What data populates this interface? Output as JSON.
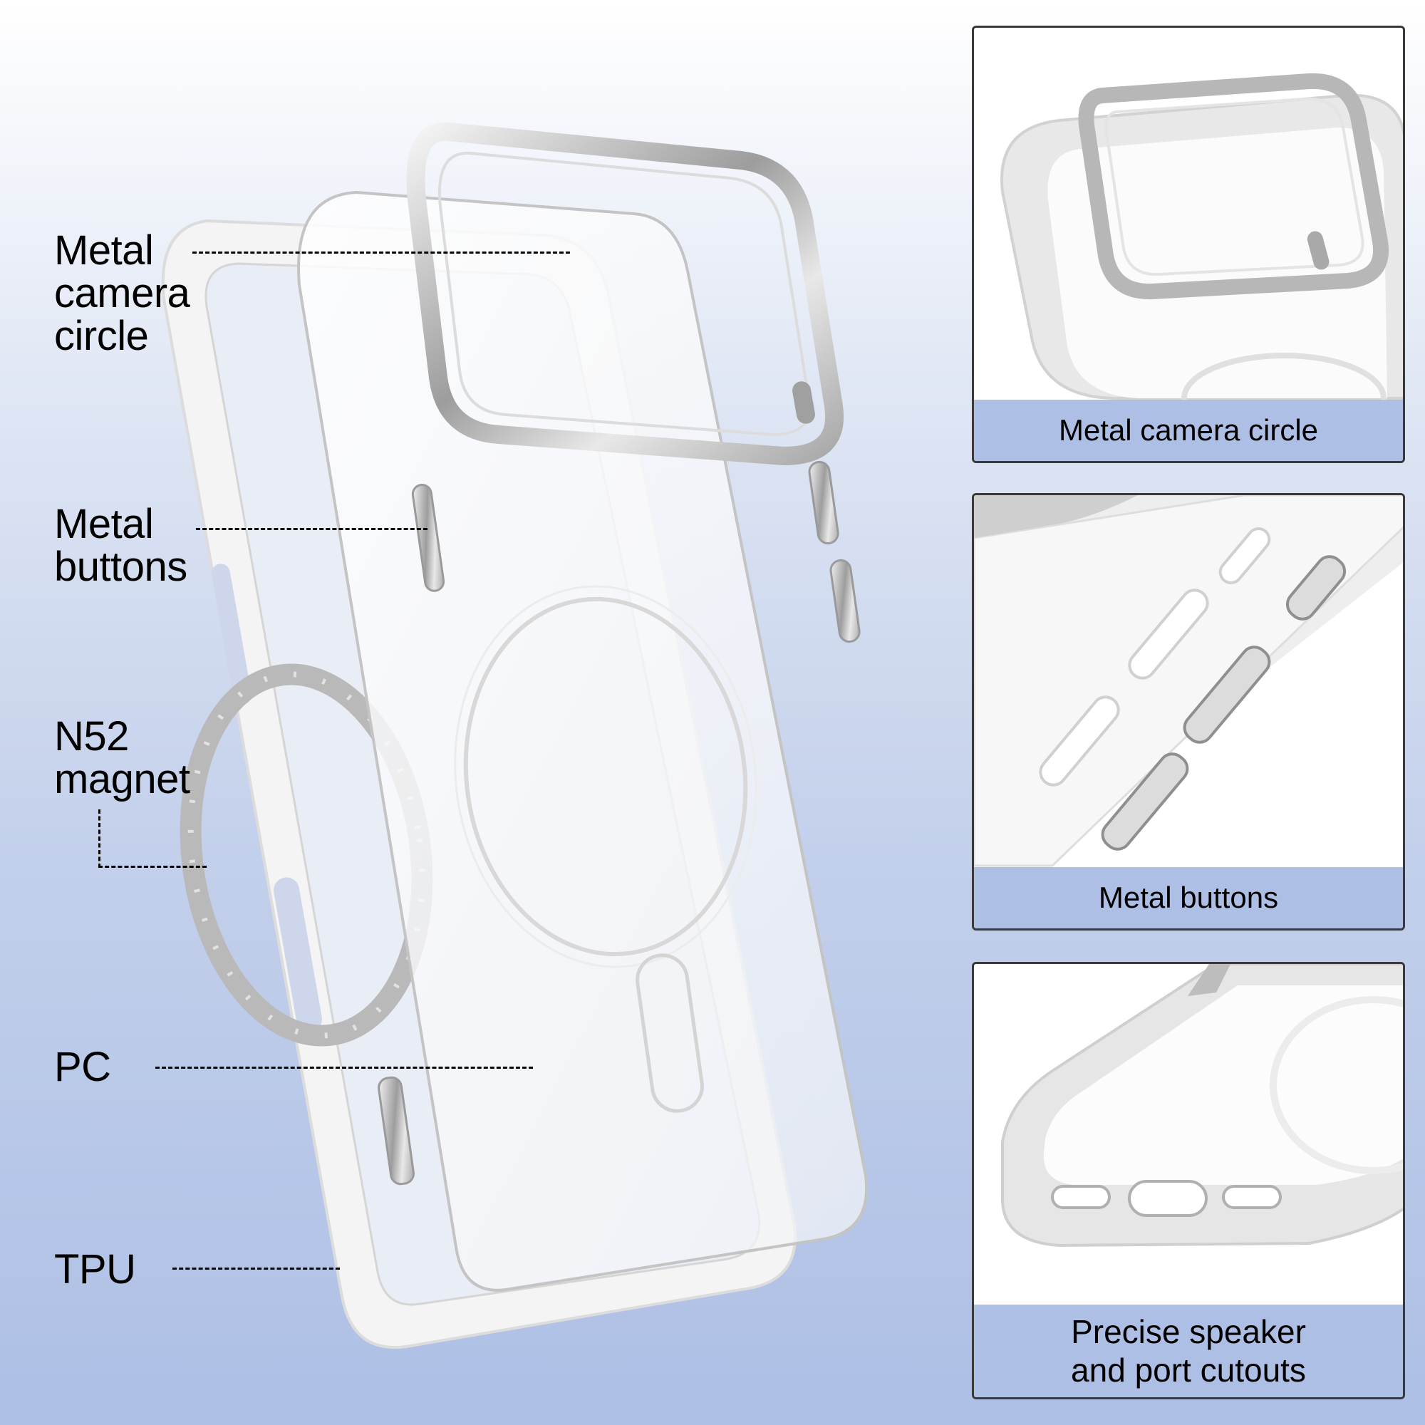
{
  "labels": {
    "camera_circle": "Metal\ncamera\ncircle",
    "buttons": "Metal\nbuttons",
    "magnet": "N52\nmagnet",
    "pc": "PC",
    "tpu": "TPU"
  },
  "panels": [
    {
      "caption": "Metal camera circle"
    },
    {
      "caption": "Metal  buttons"
    },
    {
      "caption": "Precise speaker\nand port cutouts"
    }
  ],
  "colors": {
    "background_top": "#ffffff",
    "background_bottom": "#adbfe5",
    "caption_band": "#aebfe6",
    "panel_border": "#3a3a3a",
    "tpu_frame": "#f3f3f3",
    "metal": "#c9c9c9"
  }
}
